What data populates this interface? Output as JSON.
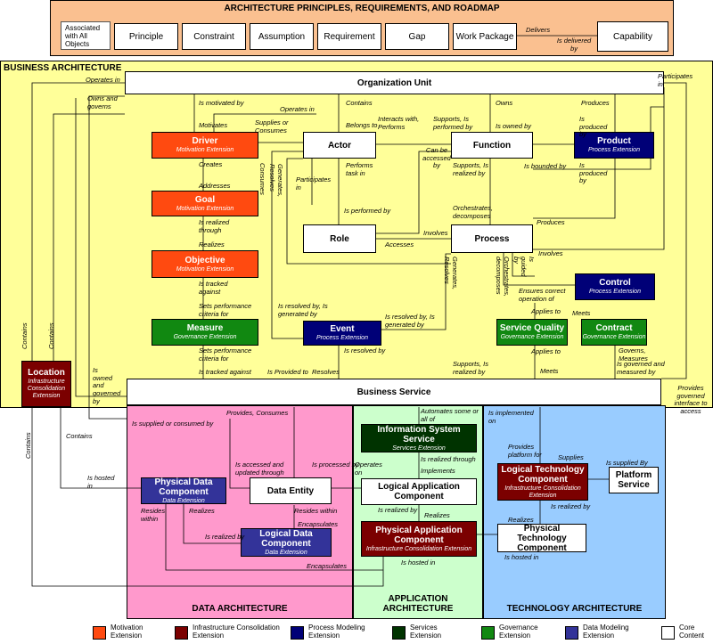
{
  "principles": {
    "title": "ARCHITECTURE PRINCIPLES, REQUIREMENTS, AND ROADMAP",
    "associated_label": "Associated with All Objects",
    "items": [
      "Principle",
      "Constraint",
      "Assumption",
      "Requirement",
      "Gap",
      "Work Package"
    ],
    "capability": "Capability",
    "delivers": "Delivers",
    "is_delivered_by": "Is delivered by"
  },
  "business": {
    "title": "BUSINESS ARCHITECTURE",
    "org_unit": "Organization Unit",
    "actor": "Actor",
    "function": "Function",
    "role": "Role",
    "process": "Process",
    "business_service": "Business Service",
    "driver": {
      "name": "Driver",
      "ext": "Motivation Extension"
    },
    "goal": {
      "name": "Goal",
      "ext": "Motivation Extension"
    },
    "objective": {
      "name": "Objective",
      "ext": "Motivation Extension"
    },
    "measure": {
      "name": "Measure",
      "ext": "Governance Extension"
    },
    "event": {
      "name": "Event",
      "ext": "Process Extension"
    },
    "product": {
      "name": "Product",
      "ext": "Process Extension"
    },
    "control": {
      "name": "Control",
      "ext": "Process Extension"
    },
    "service_quality": {
      "name": "Service Quality",
      "ext": "Governance Extension"
    },
    "contract": {
      "name": "Contract",
      "ext": "Governance Extension"
    },
    "location": {
      "name": "Location",
      "ext": "Infrastructure Consolidation Extension"
    }
  },
  "data": {
    "title": "DATA ARCHITECTURE",
    "data_entity": "Data Entity",
    "physical": {
      "name": "Physical Data Component",
      "ext": "Data Extension"
    },
    "logical": {
      "name": "Logical Data Component",
      "ext": "Data Extension"
    }
  },
  "application": {
    "title": "APPLICATION ARCHITECTURE",
    "iss": {
      "name": "Information System Service",
      "ext": "Services Extension"
    },
    "lac": "Logical Application Component",
    "pac": {
      "name": "Physical Application Component",
      "ext": "Infrastructure Consolidation Extension"
    }
  },
  "technology": {
    "title": "TECHNOLOGY ARCHITECTURE",
    "ltc": {
      "name": "Logical Technology Component",
      "ext": "Infrastructure Consolidation Extension"
    },
    "platform": "Platform Service",
    "ptc": "Physical Technology Component"
  },
  "relations": {
    "operates_in": "Operates in",
    "owns_governs": "Owns and governs",
    "is_motivated_by": "Is motivated by",
    "operates_in2": "Operates in",
    "contains": "Contains",
    "owns": "Owns",
    "produces": "Produces",
    "participates_in": "Participates in",
    "motivates": "Motivates",
    "supplies_consumes": "Supplies or Consumes",
    "belongs_to": "Belongs to",
    "interacts": "Interacts with, Performs",
    "supports_performed": "Supports, Is performed by",
    "is_owned_by": "Is owned by",
    "is_produced_by": "Is produced by",
    "creates": "Creates",
    "consumes": "Consumes",
    "generates_resolves": "Generates, Resolves",
    "performs_task": "Performs task in",
    "can_be_accessed": "Can be accessed by",
    "supports_realized": "Supports, Is realized by",
    "is_bounded_by": "Is bounded by",
    "is_produced_by2": "Is produced by",
    "addresses": "Addresses",
    "participates_in2": "Participates in",
    "is_realized_through": "Is realized through",
    "is_performed_by": "Is performed by",
    "orchestrates": "Orchestrates, decomposes",
    "produces2": "Produces",
    "realizes": "Realizes",
    "accesses": "Accesses",
    "involves": "Involves",
    "involves2": "Involves",
    "generates_resolves2": "Generates, Resolves",
    "orchestrates2": "Orchestrates, decomposes",
    "is_guided_by": "Is guided by",
    "is_tracked_against": "Is tracked against",
    "ensures": "Ensures correct operation of",
    "sets_perf": "Sets performance criteria for",
    "is_resolved_gen": "Is resolved by, Is generated by",
    "is_resolved_gen2": "Is resolved by, Is generated by",
    "applies_to": "Applies to",
    "meets": "Meets",
    "sets_perf2": "Sets performance criteria for",
    "is_resolved_by": "Is resolved by",
    "applies_to2": "Applies to",
    "governs": "Governs, Measures",
    "contains_l1": "Contains",
    "contains_l2": "Contains",
    "is_owned_governed": "Is owned and governed by",
    "is_tracked_against2": "Is tracked against",
    "is_provided_to": "Is Provided to",
    "resolves": "Resolves",
    "supports_realized2": "Supports, Is realized by",
    "meets2": "Meets",
    "is_governed": "Is governed and measured by",
    "provides_governed": "Provides governed interface to access",
    "contains_d1": "Contains",
    "contains_d2": "Contains",
    "provides_consumes": "Provides, Consumes",
    "automates": "Automates some or all of",
    "is_implemented_on": "Is implemented on",
    "is_supplied_consumed": "Is supplied or consumed by",
    "is_realized_through2": "Is realized through",
    "provides_platform": "Provides platform for",
    "supplies": "Supplies",
    "is_accessed_updated": "Is accessed and updated through",
    "is_processed_by": "Is processed by",
    "operates_on": "Operates on",
    "implements": "Implements",
    "is_supplied_by": "Is supplied By",
    "is_hosted_in": "Is hosted in",
    "resides_within": "Resides within",
    "realizes2": "Realizes",
    "resides_within2": "Resides within",
    "is_realized_by": "Is realized by",
    "realizes3": "Realizes",
    "is_realized_by2": "Is realized by",
    "encapsulates": "Encapsulates",
    "is_realized_by3": "Is realized by",
    "realizes4": "Realizes",
    "encapsulates2": "Encapsulates",
    "is_hosted_in2": "Is hosted in",
    "is_hosted_in3": "Is hosted in"
  },
  "legend": {
    "motivation": "Motivation Extension",
    "infra": "Infrastructure Consolidation Extension",
    "process": "Process Modeling Extension",
    "services": "Services Extension",
    "governance": "Governance Extension",
    "data_modeling": "Data Modeling Extension",
    "core": "Core Content"
  },
  "colors": {
    "principles_bg": "#fac090",
    "business_bg": "#ffff99",
    "data_bg": "#ff99cc",
    "application_bg": "#ccffcc",
    "technology_bg": "#99ccff",
    "motivation": "#ff4a10",
    "infra": "#7b0000",
    "process": "#000077",
    "services": "#003300",
    "governance": "#118811",
    "data_modeling": "#333399"
  }
}
